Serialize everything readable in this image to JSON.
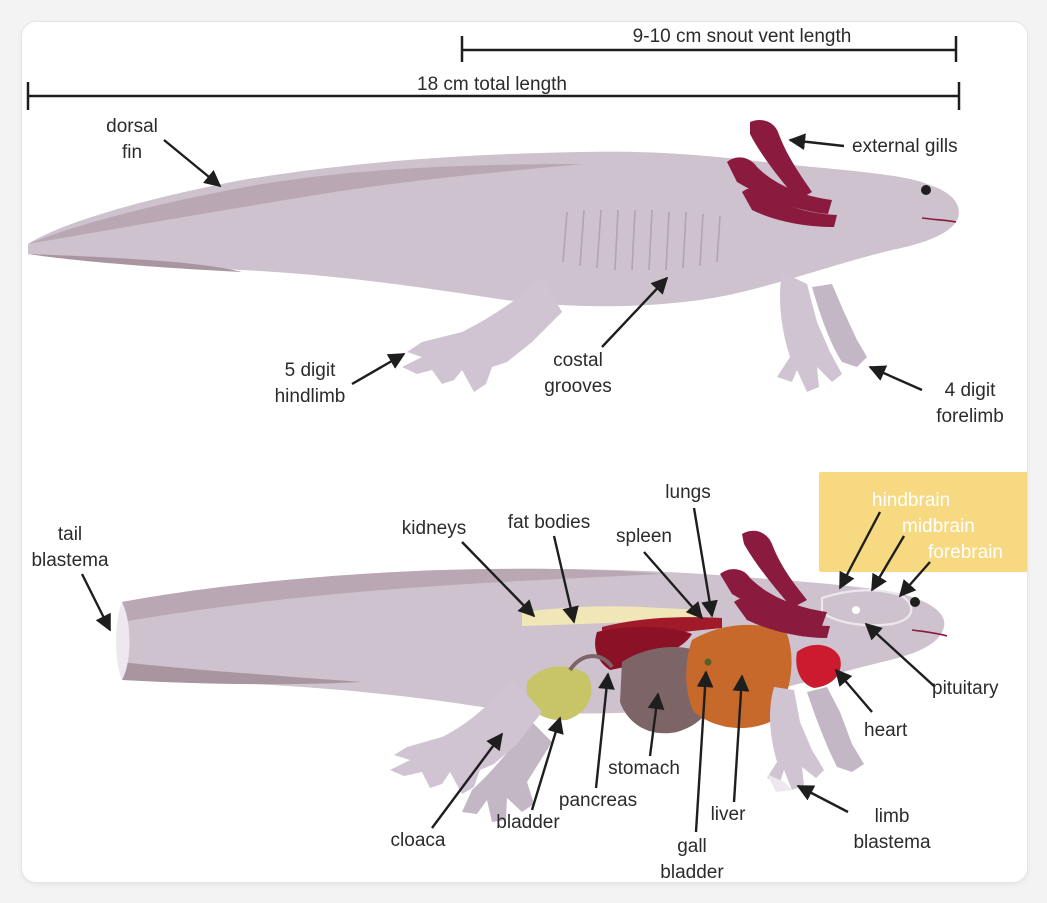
{
  "dimensions": {
    "snout_vent": "9-10 cm snout vent length",
    "total": "18 cm total length"
  },
  "external_labels": {
    "dorsal_fin": [
      "dorsal",
      "fin"
    ],
    "external_gills": "external gills",
    "hindlimb": [
      "5 digit",
      "hindlimb"
    ],
    "costal_grooves": [
      "costal",
      "grooves"
    ],
    "forelimb": [
      "4 digit",
      "forelimb"
    ]
  },
  "internal_labels": {
    "tail_blastema": [
      "tail",
      "blastema"
    ],
    "kidneys": "kidneys",
    "fat_bodies": "fat bodies",
    "lungs": "lungs",
    "spleen": "spleen",
    "hindbrain": "hindbrain",
    "midbrain": "midbrain",
    "forebrain": "forebrain",
    "pituitary": "pituitary",
    "heart": "heart",
    "stomach": "stomach",
    "pancreas": "pancreas",
    "liver": "liver",
    "gall_bladder": [
      "gall",
      "bladder"
    ],
    "bladder": "bladder",
    "cloaca": "cloaca",
    "limb_blastema": [
      "limb",
      "blastema"
    ]
  },
  "colors": {
    "body": "#cdc2cd",
    "body_dark": "#a8959f",
    "limb": "#d0c4d2",
    "gill": "#8a1a3e",
    "brain_highlight": "#f5d26a",
    "heart": "#cc1a2f",
    "liver": "#c8692c",
    "stomach": "#7d6567",
    "spleen": "#8b1226",
    "bladder": "#c8c468",
    "fat": "#f0e6b8",
    "text": "#2b2b2b"
  }
}
